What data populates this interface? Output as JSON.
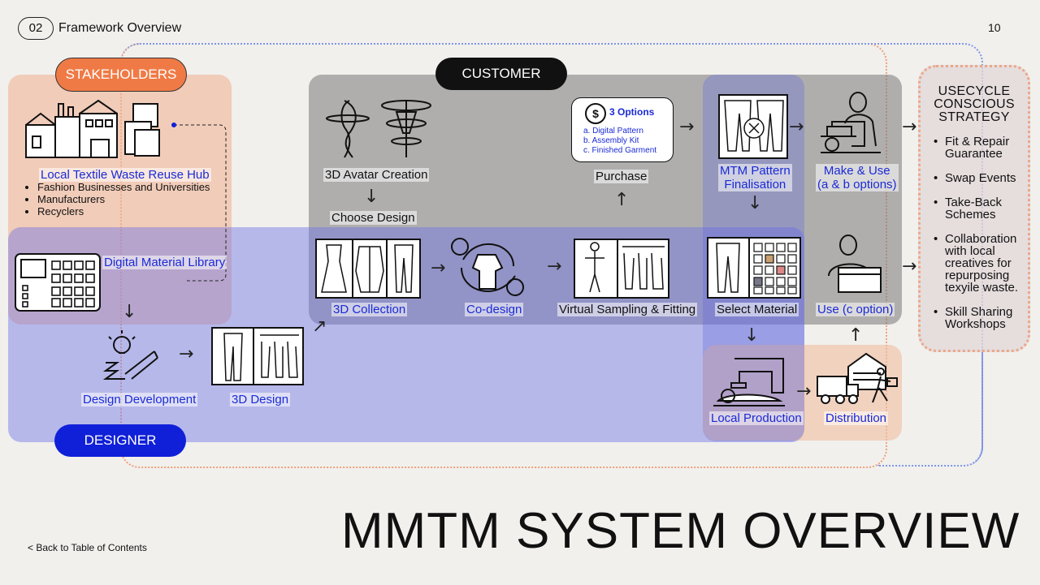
{
  "header": {
    "section_number": "02",
    "section_title": "Framework Overview",
    "page_number": "10"
  },
  "pills": {
    "stakeholders": "STAKEHOLDERS",
    "customer": "CUSTOMER",
    "designer": "DESIGNER"
  },
  "stakeholders": {
    "hub_title": "Local Textile Waste Reuse Hub",
    "hub_items": [
      "Fashion Businesses and Universities",
      "Manufacturers",
      "Recyclers"
    ]
  },
  "nodes": {
    "digital_material_library": "Digital Material Library",
    "design_development": "Design Development",
    "design_3d": "3D Design",
    "avatar_creation": "3D Avatar Creation",
    "choose_design": "Choose Design",
    "collection_3d": "3D  Collection",
    "co_design": "Co-design",
    "virtual_sampling": "Virtual Sampling & Fitting",
    "purchase": "Purchase",
    "mtm_pattern": "MTM Pattern\nFinalisation",
    "make_use": "Make  & Use\n(a & b options)",
    "select_material": "Select Material",
    "use_c": "Use (c option)",
    "local_production": "Local Production",
    "distribution": "Distribution"
  },
  "purchase_options": {
    "title": "3 Options",
    "currency_symbol": "$",
    "items": [
      "a. Digital Pattern",
      "b. Assembly Kit",
      "c. Finished Garment"
    ]
  },
  "usecycle": {
    "title": "USECYCLE\nCONSCIOUS\nSTRATEGY",
    "items": [
      "Fit & Repair Guarantee",
      "Swap Events",
      "Take-Back Schemes",
      "Collaboration with local creatives for repurposing texyile waste.",
      "Skill Sharing Workshops"
    ]
  },
  "main_title": "MMTM SYSTEM OVERVIEW",
  "back_link": "< Back to Table of Contents",
  "colors": {
    "stakeholder_orange": "#f07a45",
    "customer_black": "#111111",
    "designer_blue": "#1020d8",
    "region_grey": "#8f8f8f",
    "region_peach": "#f2c2a6",
    "region_blue": "#8a8fe6",
    "label_blue": "#1a2ad6",
    "dotted_blue": "#7f95e8",
    "dotted_orange": "#f0a07a"
  }
}
